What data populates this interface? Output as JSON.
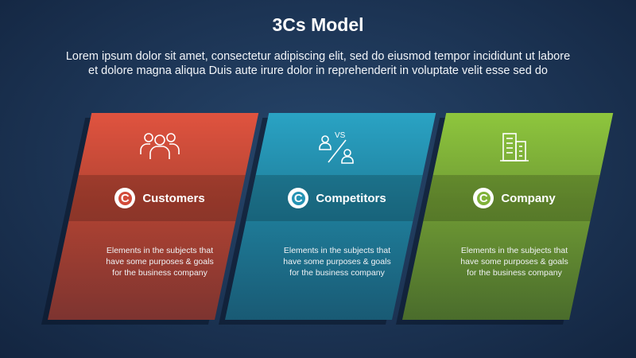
{
  "header": {
    "title": "3Cs Model",
    "subtitle_line1": "Lorem ipsum dolor sit amet, consectetur adipiscing elit, sed do eiusmod tempor incididunt ut labore",
    "subtitle_line2": "et dolore magna aliqua Duis aute irure dolor in reprehenderit in voluptate velit esse sed do"
  },
  "cards": [
    {
      "label": "Customers",
      "badge": "C",
      "icon": "people-group-icon",
      "color": "#d24b3a",
      "description": "Elements in the subjects that\nhave  some purposes & goals\nfor the  business company"
    },
    {
      "label": "Competitors",
      "badge": "C",
      "icon": "versus-icon",
      "vs_text": "VS",
      "color": "#2593b4",
      "description": "Elements in the subjects that\nhave  some purposes & goals\nfor the  business company"
    },
    {
      "label": "Company",
      "badge": "C",
      "icon": "building-icon",
      "color": "#80b23a",
      "description": "Elements in the subjects that\nhave  some purposes & goals\nfor the  business company"
    }
  ]
}
